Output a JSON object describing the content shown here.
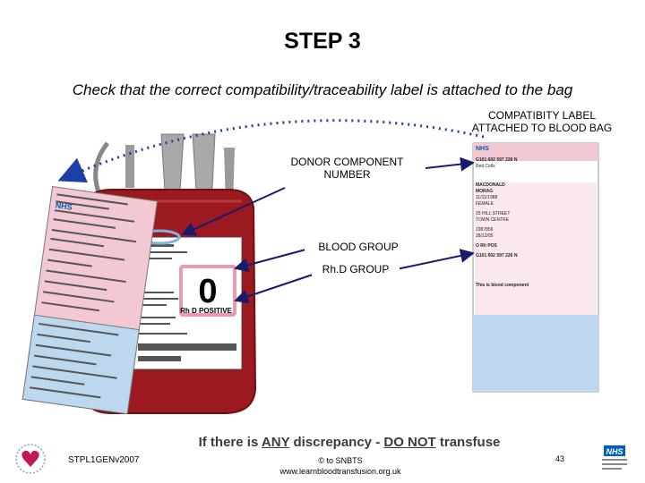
{
  "slide": {
    "title": "STEP 3",
    "subtitle": "Check that the correct compatibility/traceability label is attached to the bag",
    "callout_label": [
      "COMPATIBITY LABEL",
      "ATTACHED TO BLOOD BAG"
    ],
    "donor_number_label": [
      "DONOR COMPONENT",
      "NUMBER"
    ],
    "blood_group_label": "BLOOD GROUP",
    "rhd_label": "Rh.D GROUP",
    "warning": {
      "pre": "If there is ",
      "any": "ANY",
      "mid": " discrepancy - ",
      "do_not": "DO NOT",
      "post": " transfuse"
    },
    "footer": {
      "code": "STPL1GENv2007",
      "copyright": "© to SNBTS",
      "url": "www.learnbloodtransfusion.org.uk",
      "page": "43"
    }
  },
  "bag": {
    "blood_group_big": "0",
    "rhd_text": "Rh D POSITIVE",
    "nhs_logo": "NHS"
  },
  "label_card": {
    "nhs_logo": "NHS",
    "donation_no": "G101 602 597 226 N",
    "component": "Red Cells",
    "surname": "MACDONALD",
    "forename": "MORAG",
    "dob": "11/11/1988",
    "gender": "FEMALE",
    "address_1": "25 HILL STREET",
    "address_2": "TOWN CENTRE",
    "patient_id": "1987856",
    "date_req": "28/12/05",
    "blood_group": "O Rh POS",
    "donation_no_2": "G101 602 597 226 N",
    "check_text": "This is blood component"
  },
  "colors": {
    "blood": "#9c1a1f",
    "blood_dark": "#6e0f13",
    "label_pink": "#f2c9d2",
    "label_blue": "#bdd7ee",
    "arrow": "#1a1a6e",
    "dotted": "#1f3fa8",
    "highlight": "#7fb3e0",
    "nhs_blue": "#005eb8"
  }
}
